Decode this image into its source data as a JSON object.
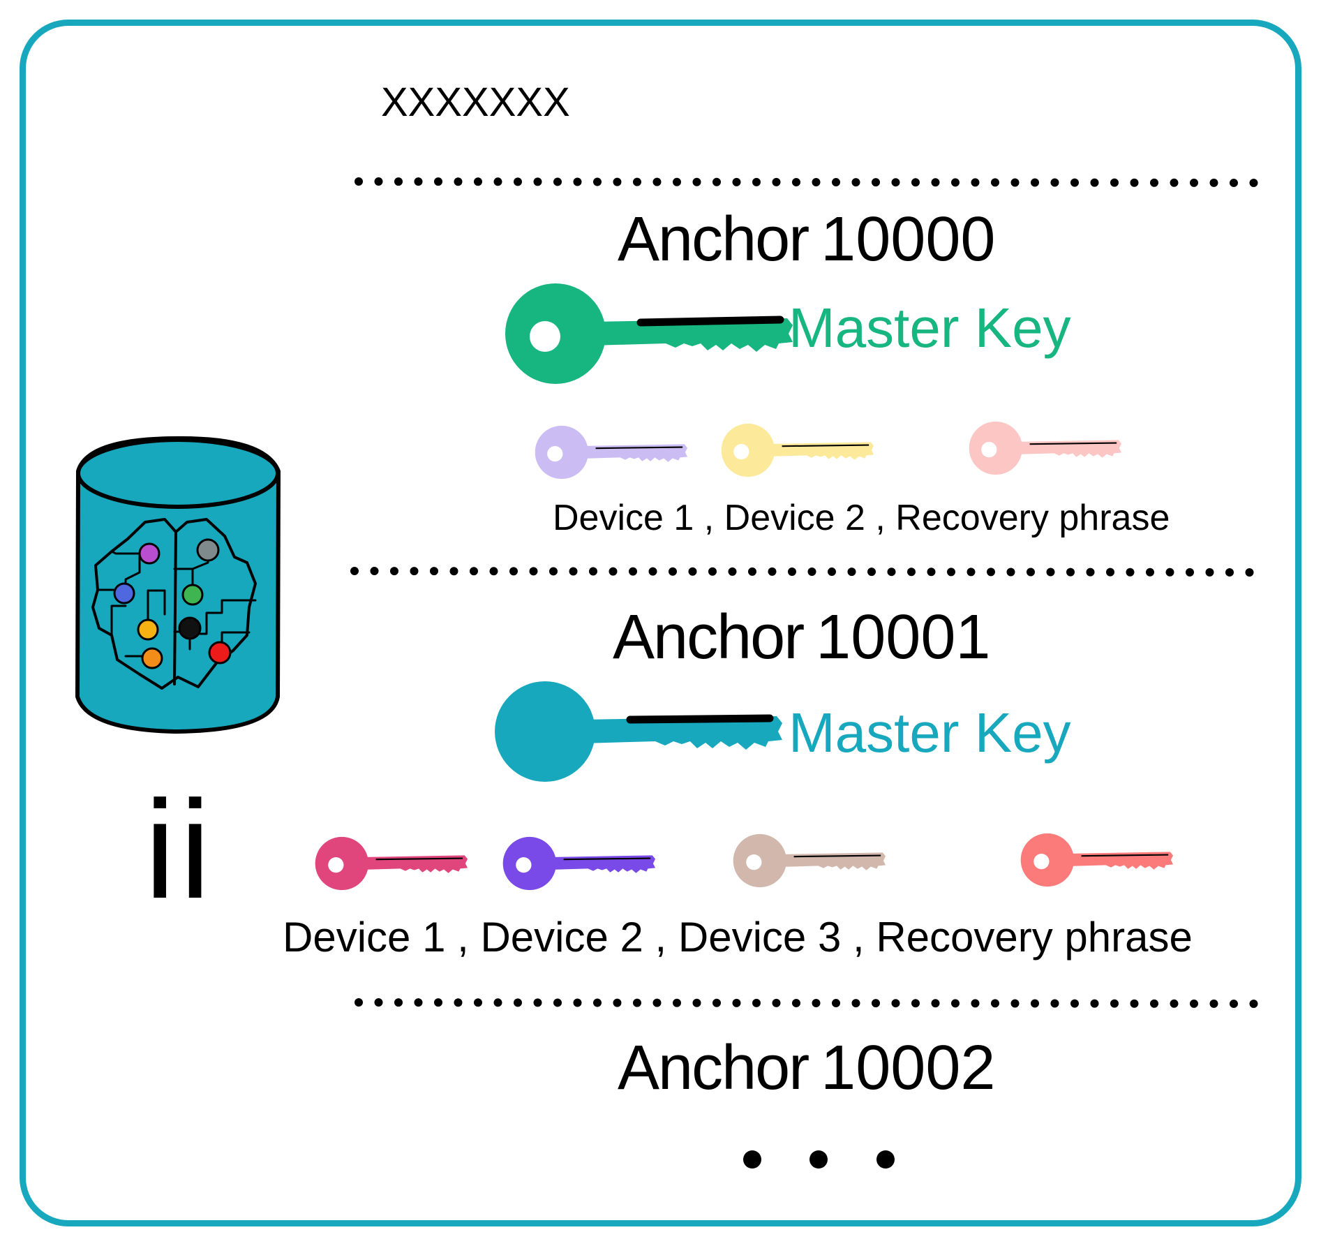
{
  "header": {
    "label": "XXXXXXX"
  },
  "database": {
    "icon": "brain-database-icon"
  },
  "side_label": "ii",
  "anchors": [
    {
      "word": "Anchor",
      "number": "10000",
      "master_key_label": "Master Key",
      "master_key_color": "#17b57f",
      "device_list": "Device 1 , Device 2 ,  Recovery phrase",
      "key_colors": [
        "#cbbdf3",
        "#fde99a",
        "#fcc6c5"
      ]
    },
    {
      "word": "Anchor",
      "number": "10001",
      "master_key_label": "Master Key",
      "master_key_color": "#17a8be",
      "device_list": "Device 1 , Device 2 , Device 3 , Recovery phrase",
      "key_colors": [
        "#e0457c",
        "#7a4ae9",
        "#d2b7ac",
        "#fb7b7b"
      ]
    },
    {
      "word": "Anchor",
      "number": "10002"
    }
  ],
  "colors": {
    "frame": "#17a8be",
    "database_fill": "#17a8be",
    "node_colors": [
      "#b94fd0",
      "#7f8a8c",
      "#4f68e0",
      "#3fb551",
      "#f5b212",
      "#111111",
      "#f28d1a",
      "#ee1b1b"
    ]
  },
  "more_indicator": "ellipsis-icon"
}
